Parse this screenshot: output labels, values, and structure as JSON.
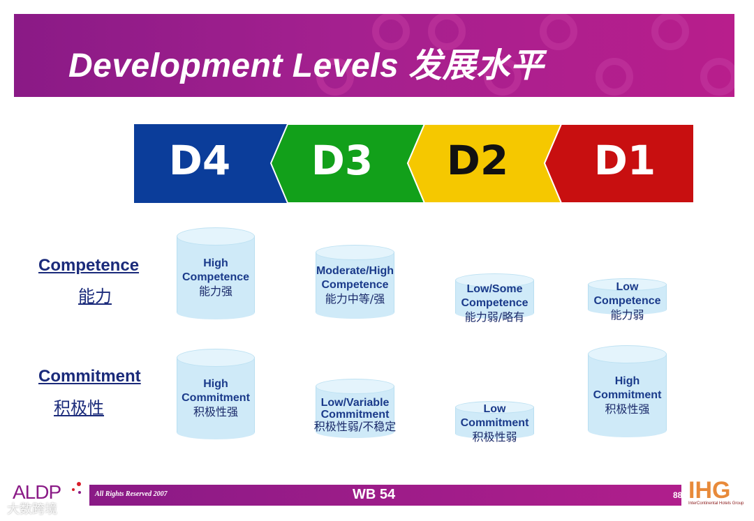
{
  "slide": {
    "title": "Development Levels 发展水平",
    "levels": [
      {
        "label": "D4",
        "color": "#0b3d9a",
        "text_color": "#ffffff"
      },
      {
        "label": "D3",
        "color": "#12a01a",
        "text_color": "#ffffff"
      },
      {
        "label": "D2",
        "color": "#f5c800",
        "text_color": "#111111"
      },
      {
        "label": "D1",
        "color": "#c80f10",
        "text_color": "#ffffff"
      }
    ],
    "rows": {
      "competence": {
        "label": "Competence",
        "sub": "能力"
      },
      "commitment": {
        "label": "Commitment",
        "sub": "积极性"
      }
    },
    "competence_cylinders": [
      {
        "l1": "High",
        "l2": "Competence",
        "zh": "能力强"
      },
      {
        "l1": "Moderate/High",
        "l2": "Competence",
        "zh": "能力中等/强"
      },
      {
        "l1": "Low/Some",
        "l2": "Competence",
        "zh": "能力弱/略有"
      },
      {
        "l1": "Low",
        "l2": "Competence",
        "zh": "能力弱"
      }
    ],
    "commitment_cylinders": [
      {
        "l1": "High",
        "l2": "Commitment",
        "zh": "积极性强"
      },
      {
        "l1": "Low/Variable",
        "l2": "Commitment",
        "zh": "积极性弱/不稳定"
      },
      {
        "l1": "Low",
        "l2": "Commitment",
        "zh": "积极性弱"
      },
      {
        "l1": "High",
        "l2": "Commitment",
        "zh": "积极性强"
      }
    ]
  },
  "footer": {
    "rights": "All Rights Reserved 2007",
    "workbook": "WB 54",
    "page": "88",
    "logo_left": "ALDP",
    "logo_right": "IHG",
    "logo_right_sub": "InterContinental Hotels Group",
    "watermark": "大数跨境"
  }
}
